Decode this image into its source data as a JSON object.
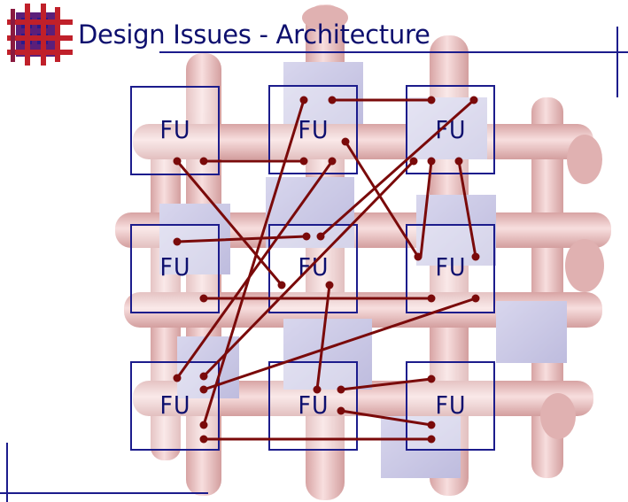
{
  "slide": {
    "title": "Design Issues - Architecture"
  },
  "colors": {
    "title": "#0d0f6e",
    "box_border": "#1c1c8c",
    "wire": "#7a0a0a",
    "decor_lines": "#1c1c8c",
    "background_pipe": "#d06060"
  },
  "units": [
    {
      "row": 0,
      "col": 0,
      "label": "FU"
    },
    {
      "row": 0,
      "col": 1,
      "label": "FU"
    },
    {
      "row": 0,
      "col": 2,
      "label": "FU"
    },
    {
      "row": 1,
      "col": 0,
      "label": "FU"
    },
    {
      "row": 1,
      "col": 1,
      "label": "FU"
    },
    {
      "row": 1,
      "col": 2,
      "label": "FU"
    },
    {
      "row": 2,
      "col": 0,
      "label": "FU"
    },
    {
      "row": 2,
      "col": 1,
      "label": "FU"
    },
    {
      "row": 2,
      "col": 2,
      "label": "FU"
    }
  ],
  "icons": {
    "logo": "lattice-cube-icon"
  }
}
